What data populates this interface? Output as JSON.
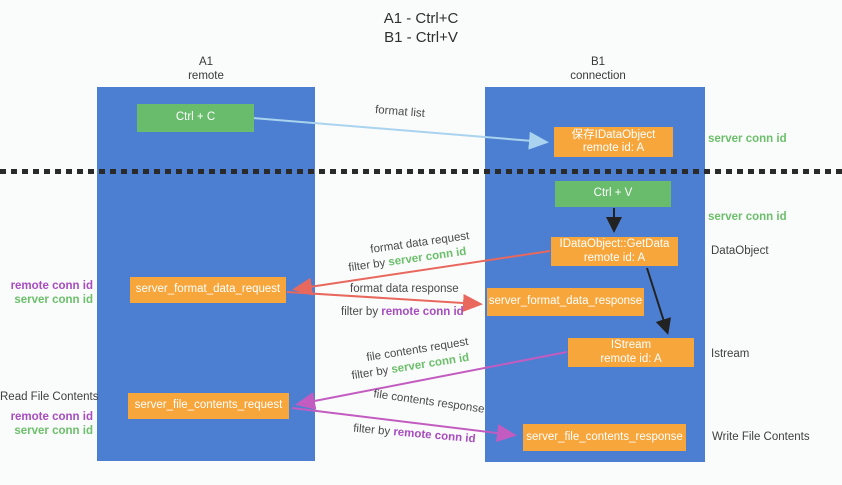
{
  "title": {
    "line1": "A1 - Ctrl+C",
    "line2": "B1 - Ctrl+V"
  },
  "columns": {
    "left": {
      "title": "A1",
      "subtitle": "remote"
    },
    "right": {
      "title": "B1",
      "subtitle": "connection"
    }
  },
  "nodes": {
    "ctrl_c": {
      "label": "Ctrl + C"
    },
    "save_dataobject": {
      "line1": "保存IDataObject",
      "line2": "remote id: A"
    },
    "ctrl_v": {
      "label": "Ctrl + V"
    },
    "getdata": {
      "line1": "IDataObject::GetData",
      "line2": "remote id: A"
    },
    "server_format_data_request": {
      "label": "server_format_data_request"
    },
    "server_format_data_response": {
      "label": "server_format_data_response"
    },
    "istream": {
      "line1": "IStream",
      "line2": "remote id: A"
    },
    "server_file_contents_request": {
      "label": "server_file_contents_request"
    },
    "server_file_contents_response": {
      "label": "server_file_contents_response"
    }
  },
  "arrow_labels": {
    "format_list": "format list",
    "format_data_request": "format data request",
    "format_data_request_filter_prefix": "filter by ",
    "format_data_request_filter_key": "server conn id",
    "format_data_response": "format data response",
    "format_data_response_filter_prefix": "filter by ",
    "format_data_response_filter_key": "remote conn id",
    "file_contents_request": "file contents request",
    "file_contents_request_filter_prefix": "filter by ",
    "file_contents_request_filter_key": "server conn id",
    "file_contents_response": "file contents response",
    "file_contents_response_filter_prefix": "filter by ",
    "file_contents_response_filter_key": "remote conn id"
  },
  "side_labels": {
    "server_conn_id_top": "server conn id",
    "server_conn_id_mid": "server conn id",
    "dataobject": "DataObject",
    "istream": "Istream",
    "write_file_contents": "Write File Contents",
    "read_file_contents": "Read File Contents",
    "left_remote_conn_id_1": "remote conn id",
    "left_server_conn_id_1": "server conn id",
    "left_remote_conn_id_2": "remote conn id",
    "left_server_conn_id_2": "server conn id"
  },
  "colors": {
    "column_blue": "#4c7fd1",
    "node_green": "#68bc6c",
    "node_orange": "#f7a63c",
    "arrow_lightblue": "#a9d3ee",
    "arrow_salmon": "#e8685d",
    "arrow_magenta": "#c35cc0",
    "arrow_black": "#222222",
    "text_green": "#6cbf6b",
    "text_purple": "#a84cc0",
    "text_dark": "#3f3f3f"
  }
}
